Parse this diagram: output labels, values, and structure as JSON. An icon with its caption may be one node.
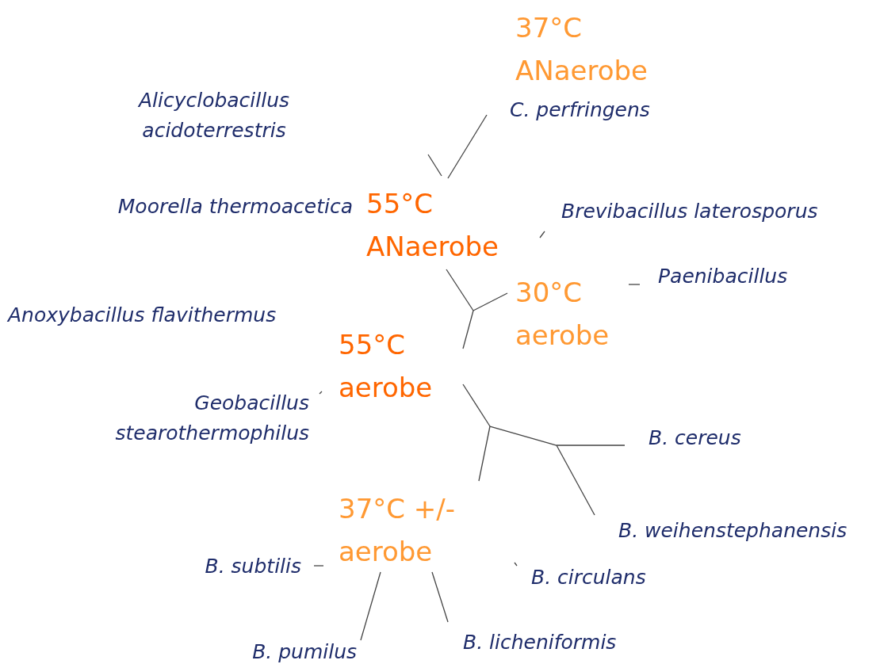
{
  "diagram": {
    "labels": [
      "37°C ANaerobe",
      "Alicyclobacillus acidoterrestris",
      "C. perfringens",
      "Moorella thermoacetica",
      "55°C ANaerobe",
      "Brevibacillus laterosporus",
      "Paenibacillus",
      "30°C aerobe",
      "Anoxybacillus flavithermus",
      "55°C aerobe",
      "Geobacillus stearothermophilus",
      "B. cereus",
      "37°C +/- aerobe",
      "B. weihenstephanensis",
      "B. subtilis",
      "B. circulans",
      "B. licheniformis",
      "B. pumilus"
    ]
  }
}
